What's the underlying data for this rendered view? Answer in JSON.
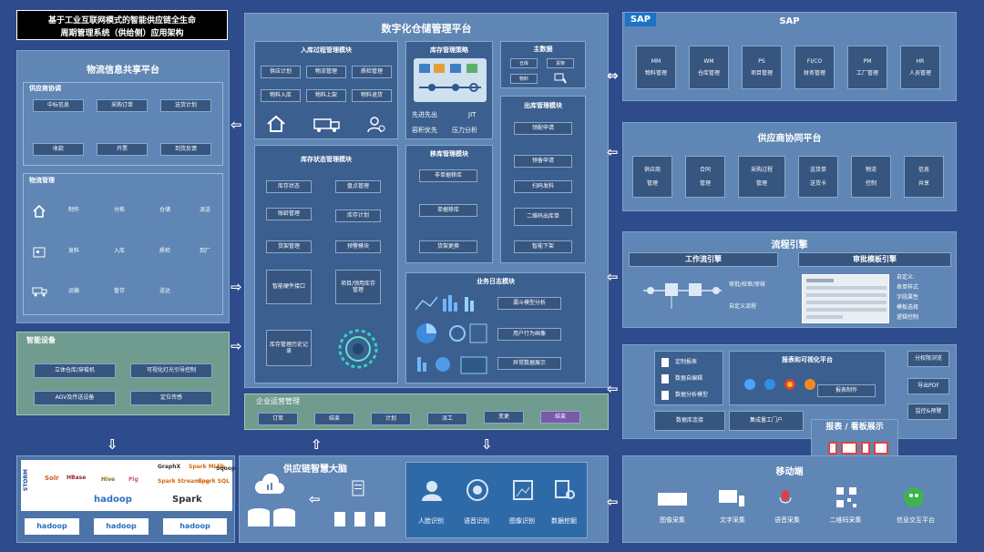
{
  "header": {
    "line1": "基于工业互联网模式的智能供应链全生命",
    "line2": "周期管理系统（供给侧）应用架构"
  },
  "logistics": {
    "title": "物流信息共享平台",
    "supplier_coord": {
      "title": "供应商协调",
      "items": [
        "中标信息",
        "采购订单",
        "送货计划",
        "收款",
        "开票",
        "到货反馈"
      ]
    },
    "mgmt": {
      "title": "物流管理",
      "rows": [
        [
          "制作",
          "分拣",
          "仓储",
          "派送"
        ],
        [
          "发料",
          "入库",
          "质检",
          "到厂"
        ],
        [
          "运输",
          "暂存",
          "送达"
        ]
      ]
    }
  },
  "smart_equip": {
    "title": "智能设备",
    "items": [
      "立体仓库/穿梭机",
      "可视化灯光引导控制",
      "AGV及传送设备",
      "定位传感"
    ]
  },
  "wms": {
    "title": "数字化仓储管理平台",
    "inbound": {
      "title": "入库过程管理模块",
      "items": [
        "供应计划",
        "物流管理",
        "质检管理",
        "物料入库",
        "物料上架",
        "物料退货"
      ]
    },
    "strategy": {
      "title": "库存管理策略",
      "items": [
        "先进先出",
        "JIT",
        "容积优先",
        "压力分析"
      ]
    },
    "master": {
      "title": "主数据",
      "items": [
        "仓库",
        "货架",
        "物料"
      ]
    },
    "status": {
      "title": "库存状态管理模块",
      "items": [
        "库存状态",
        "盘点管理",
        "账龄管理",
        "库存计划",
        "货架管理",
        "预警模块",
        "智能硬件接口",
        "项目/领用库存管理",
        "库存管理历史记录"
      ]
    },
    "move": {
      "title": "移库管理模块",
      "items": [
        "非单据移库",
        "单据移库",
        "货架更换"
      ]
    },
    "outbound": {
      "title": "出库管理模块",
      "items": [
        "领配申请",
        "预备申请",
        "扫码发料",
        "二维码出库单",
        "智能下架"
      ]
    },
    "log": {
      "title": "业务日志模块",
      "items": [
        "漏斗模型分析",
        "用户行为画像",
        "异常数据展示"
      ]
    }
  },
  "enterprise": {
    "title": "企业运营管理",
    "items": [
      "订单",
      "结束",
      "计划",
      "派工",
      "变更",
      "结束"
    ]
  },
  "sap": {
    "title": "SAP",
    "logo": "SAP",
    "modules": [
      [
        "MM",
        "物料管理"
      ],
      [
        "WM",
        "仓库管理"
      ],
      [
        "PS",
        "项目管理"
      ],
      [
        "FI/CO",
        "财务管理"
      ],
      [
        "PM",
        "工厂管理"
      ],
      [
        "HR",
        "人员管理"
      ]
    ]
  },
  "supplier_platform": {
    "title": "供应商协同平台",
    "items": [
      [
        "供应商",
        "管理"
      ],
      [
        "合同",
        "管理"
      ],
      [
        "采购过程",
        "管理"
      ],
      [
        "送货单",
        "送货卡"
      ],
      [
        "物流",
        "控制"
      ],
      [
        "信息",
        "共享"
      ]
    ]
  },
  "process": {
    "title": "流程引擎",
    "workflow": {
      "title": "工作流引擎",
      "labels": [
        "审批/校审/审核",
        "自定义流程"
      ]
    },
    "approval": {
      "title": "审批模板引擎",
      "list": [
        "自定义:",
        "表单样式",
        "字段属性",
        "模板选择",
        "逻辑控制"
      ]
    }
  },
  "report": {
    "left": [
      "定制报表",
      "数据自编辑",
      "数据分析模型"
    ],
    "center_title": "报表和可视化平台",
    "center_btn": "报表制作",
    "right": [
      "分权限浏览",
      "导出PDF",
      "监控&预警"
    ],
    "bottom": [
      "数据库连接",
      "集成量工门户"
    ],
    "kanban": "报表 / 看板展示"
  },
  "brain": {
    "title": "供应链智慧大脑",
    "ai": [
      "人脸识别",
      "语音识别",
      "图像识别",
      "数据挖掘"
    ]
  },
  "bigdata": {
    "storm": "STORM",
    "logos": [
      "Solr",
      "HBase",
      "Hive",
      "Pig",
      "GraphX",
      "Spark MLlib",
      "Spark Streaming",
      "Spark SQL",
      "Sqoop",
      "hadoop",
      "Spark"
    ],
    "bottom": [
      "hadoop",
      "hadoop",
      "hadoop"
    ]
  },
  "mobile": {
    "title": "移动端",
    "items": [
      "图像采集",
      "文字采集",
      "语音采集",
      "二维码采集",
      "信息交互平台"
    ]
  }
}
